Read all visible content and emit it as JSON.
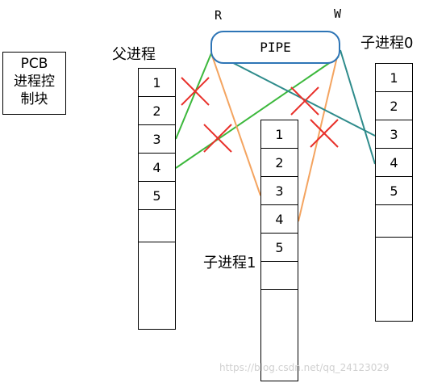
{
  "pcb": {
    "line1": "PCB",
    "line2": "进程控",
    "line3": "制块"
  },
  "parent": {
    "title": "父进程",
    "cells": [
      "1",
      "2",
      "3",
      "4",
      "5",
      "",
      ""
    ]
  },
  "child0": {
    "title": "子进程0",
    "cells": [
      "1",
      "2",
      "3",
      "4",
      "5",
      ""
    ]
  },
  "child1": {
    "title": "子进程1",
    "cells": [
      "1",
      "2",
      "3",
      "4",
      "5",
      "",
      ""
    ]
  },
  "pipe": {
    "label": "PIPE",
    "read_end": "R",
    "write_end": "W"
  },
  "watermark": "https://blog.csdn.net/qq_24123029",
  "colors": {
    "parent_line": "#3cb83c",
    "child1_line": "#f4a460",
    "child0_line": "#2e8b8b",
    "pipe_border": "#2e75b6",
    "cross": "#e8302a"
  }
}
